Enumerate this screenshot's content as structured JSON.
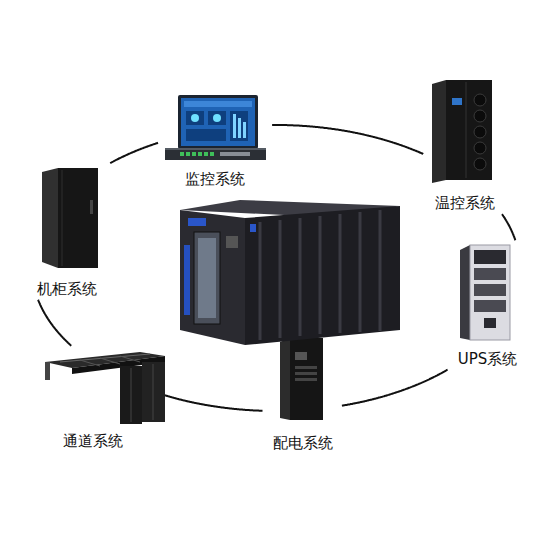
{
  "diagram": {
    "nodes": [
      {
        "text": [
          "监控系统"
        ]
      },
      {
        "text": [
          "温控系统"
        ]
      },
      {
        "text": [
          "UPS系统"
        ]
      },
      {
        "text": [
          "配电系统"
        ]
      },
      {
        "text": [
          "通道系统"
        ]
      },
      {
        "text": [
          "机柜系统"
        ]
      }
    ],
    "edges": [
      {
        "from": 0,
        "to": 1,
        "arrow": "none"
      },
      {
        "from": 1,
        "to": 2,
        "arrow": "none"
      },
      {
        "from": 2,
        "to": 3,
        "arrow": "none"
      },
      {
        "from": 3,
        "to": 4,
        "arrow": "none"
      },
      {
        "from": 4,
        "to": 5,
        "arrow": "none"
      },
      {
        "from": 5,
        "to": 0,
        "arrow": "none"
      }
    ]
  }
}
